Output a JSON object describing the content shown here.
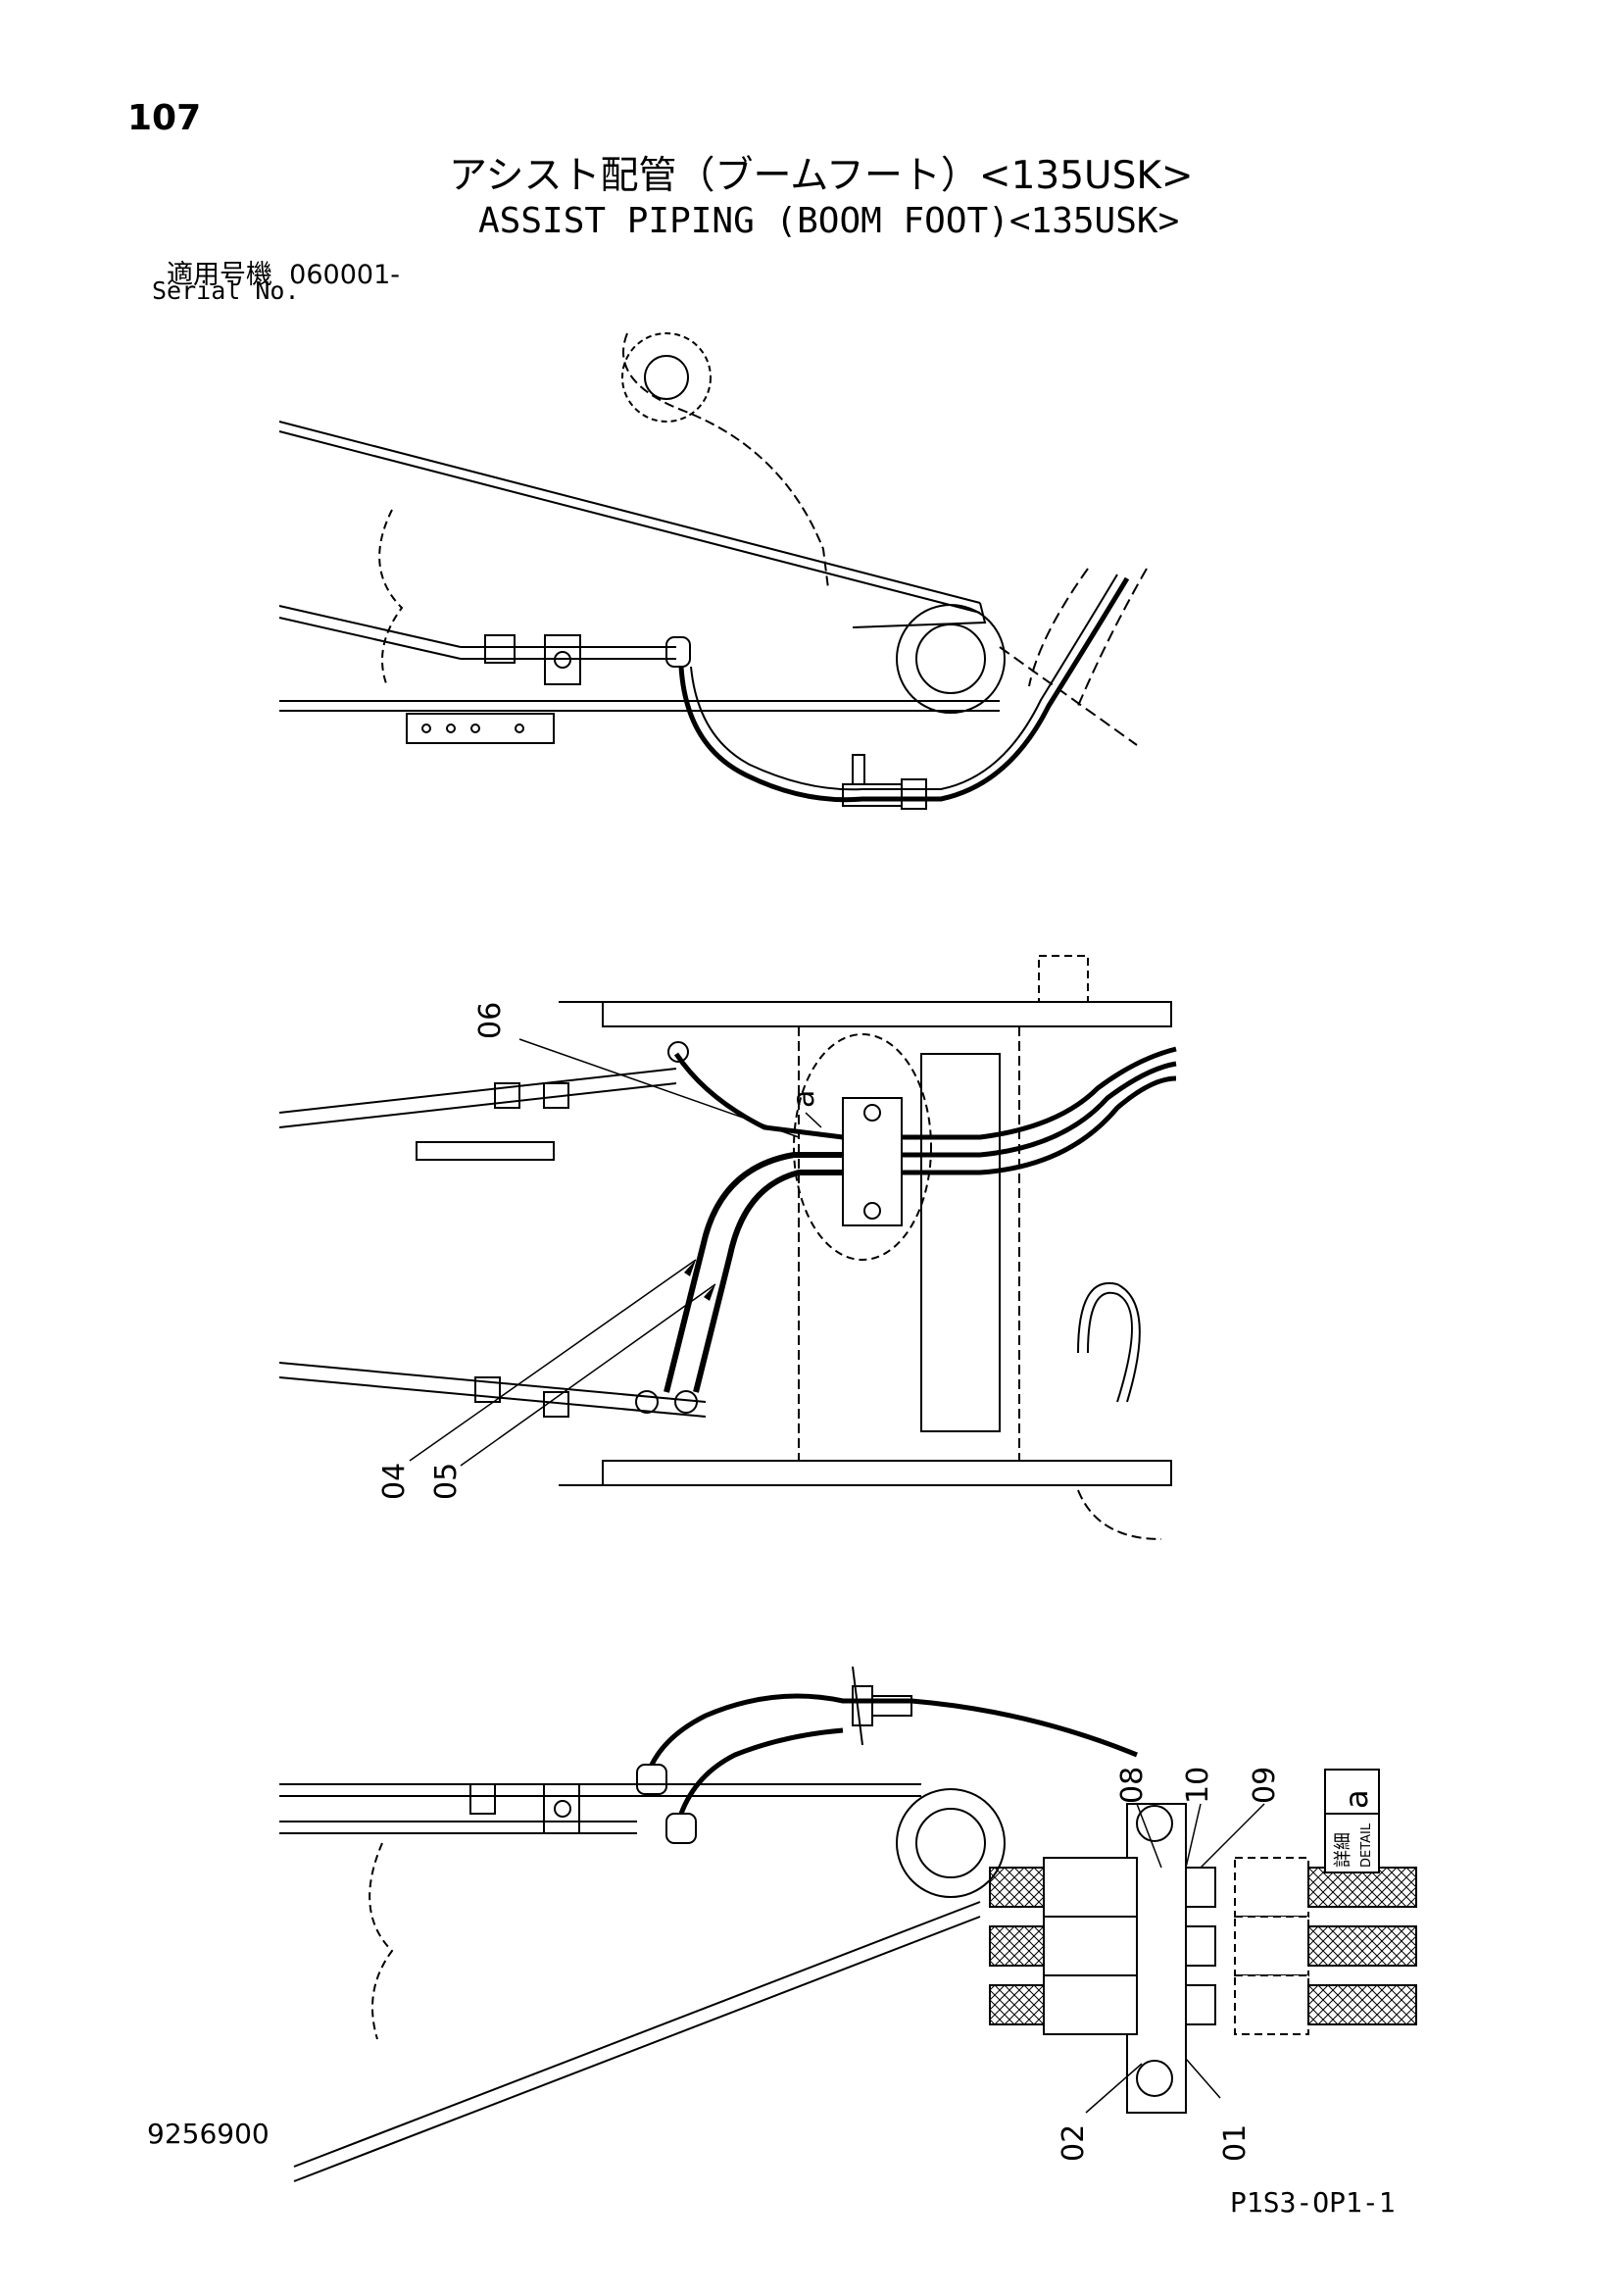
{
  "header": {
    "page_number": "107",
    "title_jp": "アシスト配管（ブームフート）<135USK>",
    "title_en": "ASSIST PIPING (BOOM FOOT)<135USK>",
    "serial_label_jp": "適用号機",
    "serial_value": "060001-",
    "serial_label_en": "Serial No."
  },
  "callouts": {
    "c06": "06",
    "a": "a",
    "c04": "04",
    "c05": "05",
    "c08": "08",
    "c10": "10",
    "c09": "09",
    "c02": "02",
    "c01": "01"
  },
  "detail_box": {
    "label_jp": "詳細",
    "label_en": "DETAIL",
    "letter": "a"
  },
  "footer": {
    "drawing_number": "9256900",
    "page_code": "P1S3-OP1-1"
  }
}
